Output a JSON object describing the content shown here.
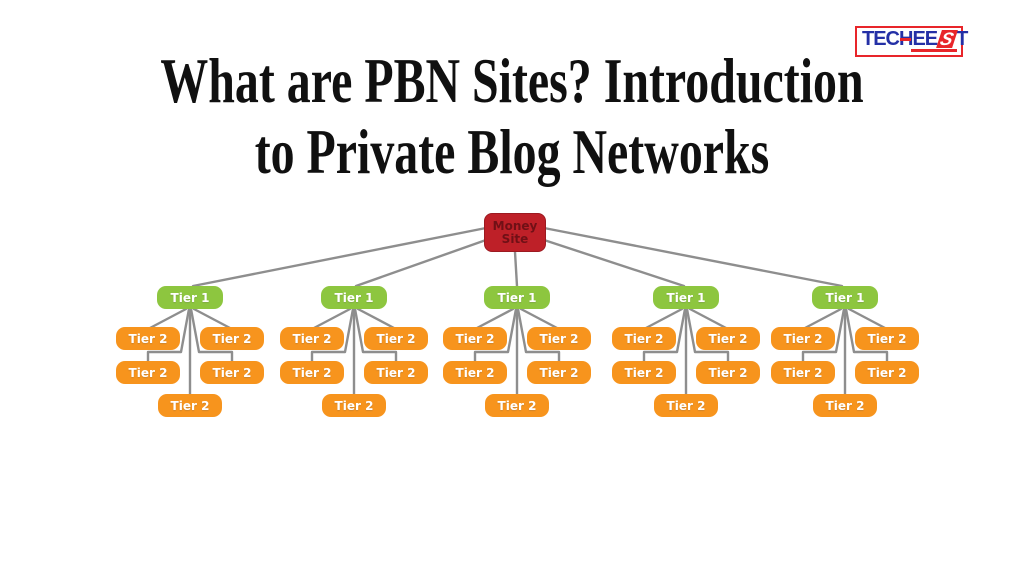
{
  "title": {
    "line1": "What are PBN Sites? Introduction",
    "line2": "to Private Blog Networks",
    "color": "#101010"
  },
  "logo": {
    "part1": "TEC",
    "part2": "H",
    "part3": "EE",
    "slash_letter": "S",
    "part4": "T",
    "text_color": "#2430a6",
    "accent_color": "#e8252a"
  },
  "diagram": {
    "colors": {
      "money_bg": "#be2028",
      "money_border": "#9c1a21",
      "money_text": "#701016",
      "tier1_bg": "#8dc63f",
      "tier2_bg": "#f7941d",
      "node_text": "#ffffff",
      "line": "#8e8e8e"
    },
    "money_site": {
      "label_line1": "Money",
      "label_line2": "Site"
    },
    "groups": [
      {
        "tier1": "Tier 1",
        "tier2": [
          "Tier 2",
          "Tier 2",
          "Tier 2",
          "Tier 2",
          "Tier 2"
        ]
      },
      {
        "tier1": "Tier 1",
        "tier2": [
          "Tier 2",
          "Tier 2",
          "Tier 2",
          "Tier 2",
          "Tier 2"
        ]
      },
      {
        "tier1": "Tier 1",
        "tier2": [
          "Tier 2",
          "Tier 2",
          "Tier 2",
          "Tier 2",
          "Tier 2"
        ]
      },
      {
        "tier1": "Tier 1",
        "tier2": [
          "Tier 2",
          "Tier 2",
          "Tier 2",
          "Tier 2",
          "Tier 2"
        ]
      },
      {
        "tier1": "Tier 1",
        "tier2": [
          "Tier 2",
          "Tier 2",
          "Tier 2",
          "Tier 2",
          "Tier 2"
        ]
      }
    ]
  }
}
